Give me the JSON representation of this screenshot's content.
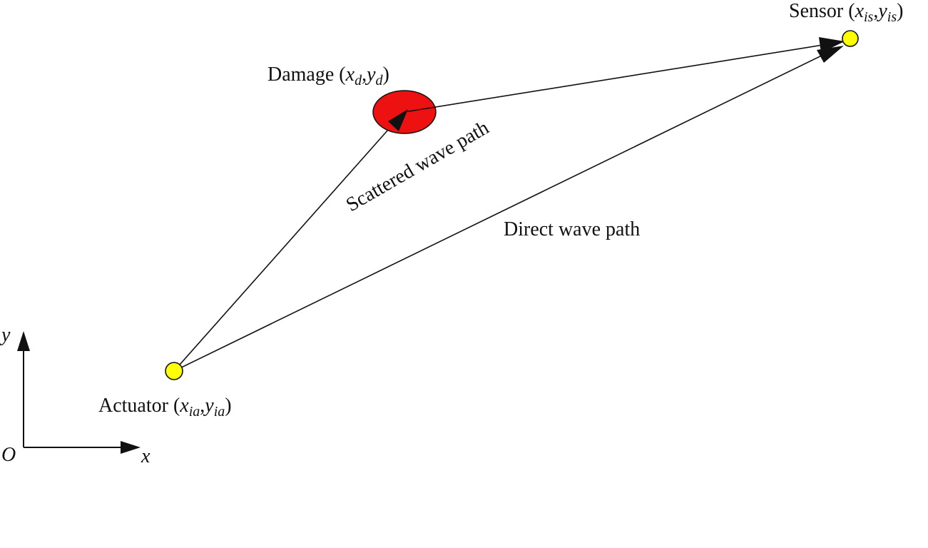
{
  "labels": {
    "sensor": {
      "name": "Sensor",
      "x_var": "x",
      "x_sub": "is",
      "y_var": "y",
      "y_sub": "is"
    },
    "damage": {
      "name": "Damage",
      "x_var": "x",
      "x_sub": "d",
      "y_var": "y",
      "y_sub": "d"
    },
    "actuator": {
      "name": "Actuator",
      "x_var": "x",
      "x_sub": "ia",
      "y_var": "y",
      "y_sub": "ia"
    },
    "scattered_path": "Scattered wave path",
    "direct_path": "Direct wave path"
  },
  "axes": {
    "origin": "O",
    "x": "x",
    "y": "y"
  },
  "colors": {
    "node_fill": "#ffff00",
    "damage_fill": "#ee1111",
    "stroke": "#111111"
  },
  "punct": {
    "open": " (",
    "comma": ",",
    "close": ")"
  }
}
